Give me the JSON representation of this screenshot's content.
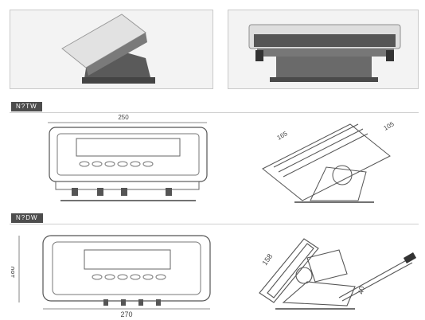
{
  "sections": [
    {
      "tag": "N?TW"
    },
    {
      "tag": "N?DW"
    }
  ],
  "dimensions": {
    "front_top_width": "250",
    "side_top_depth": "165",
    "side_top_length": "105",
    "front_bottom_height": "180",
    "front_bottom_width": "270",
    "side_bottom_depth": "158",
    "side_bottom_angle": "40"
  }
}
